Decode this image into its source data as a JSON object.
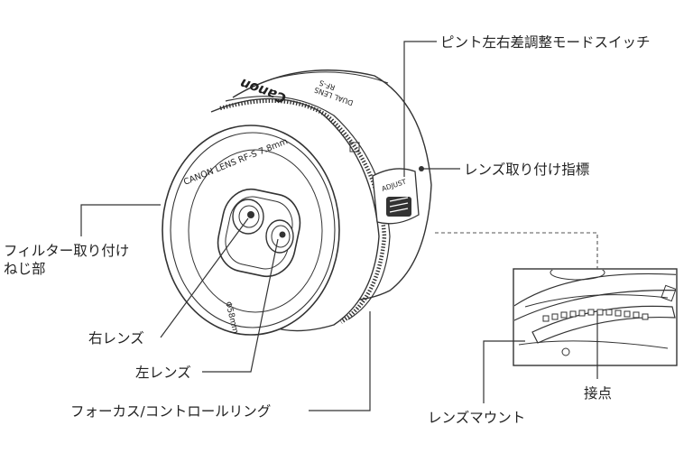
{
  "labels": {
    "switch": "ピント左右差調整モードスイッチ",
    "index": "レンズ取り付け指標",
    "filter_line1": "フィルター取り付け",
    "filter_line2": "ねじ部",
    "right_lens": "右レンズ",
    "left_lens": "左レンズ",
    "ring": "フォーカス/コントロールリング",
    "contacts": "接点",
    "mount": "レンズマウント"
  },
  "lens_markings": {
    "brand": "Canon",
    "model": "RF-S",
    "type": "DUAL LENS",
    "front": "CANON LENS  RF-S 7.8mm",
    "filter": "Φ58mm",
    "adjust": "ADJUST"
  }
}
